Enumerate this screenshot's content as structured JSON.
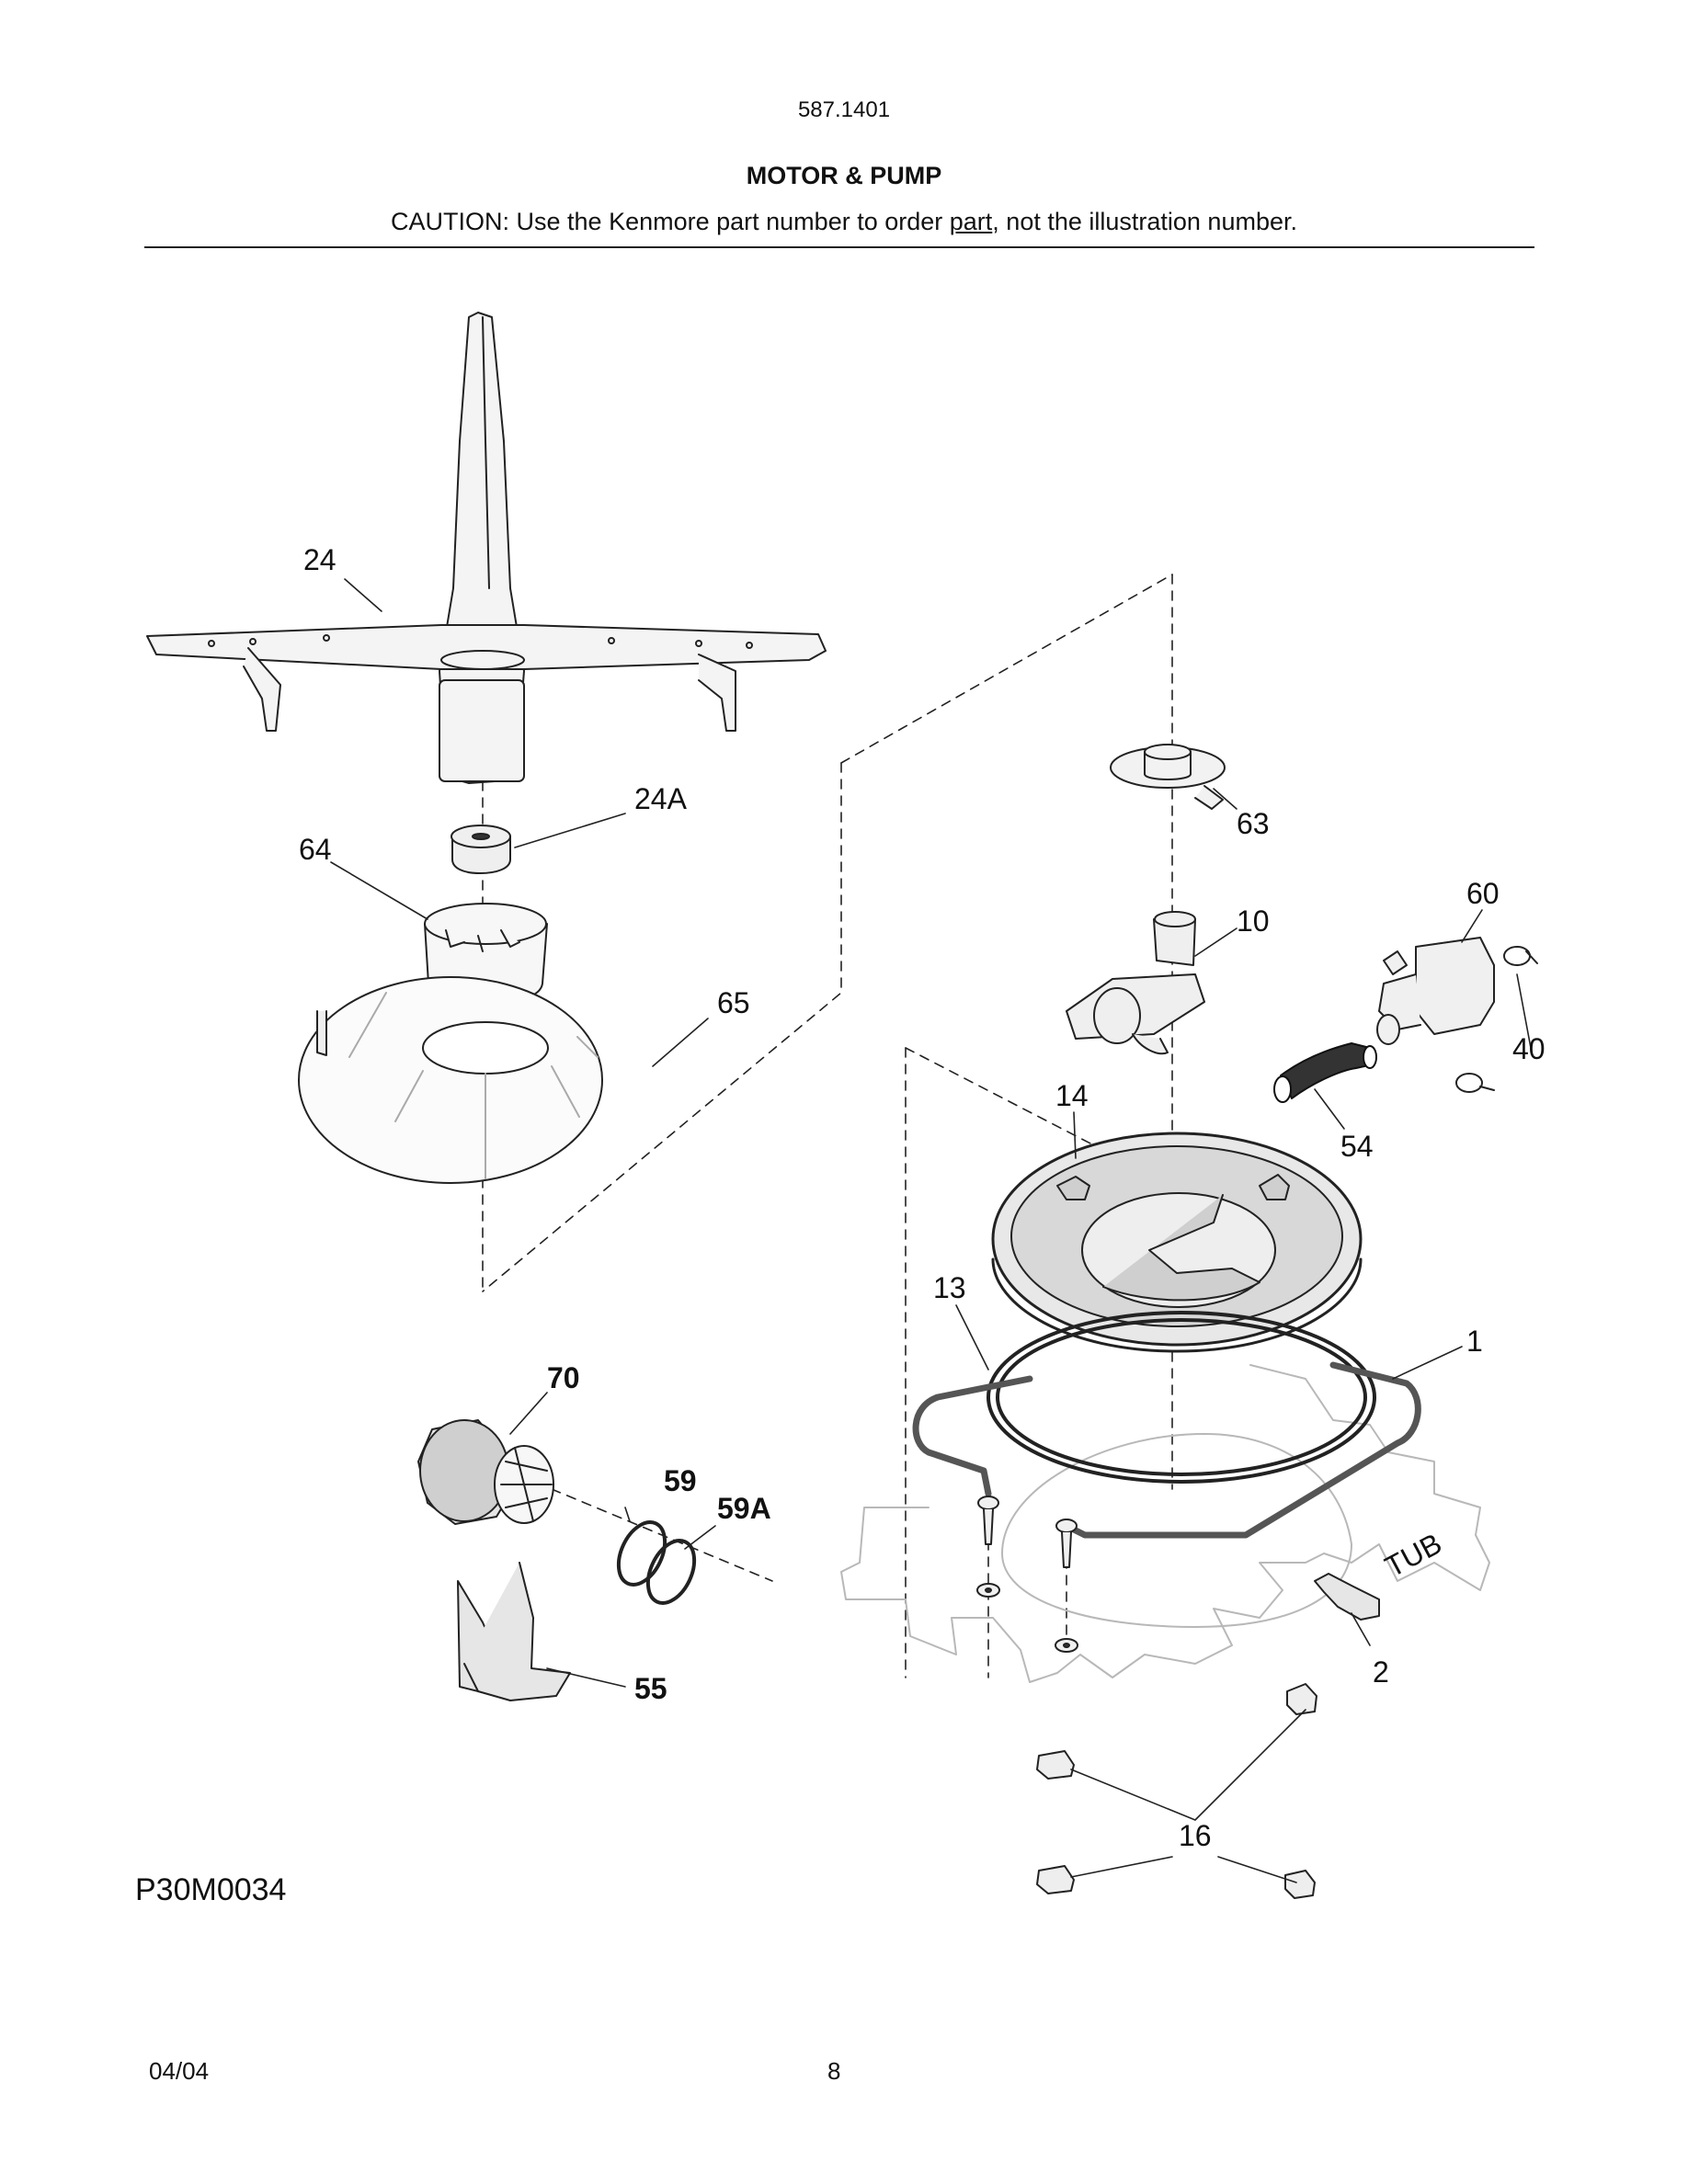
{
  "header": {
    "model_number": "587.1401",
    "section_title": "MOTOR & PUMP",
    "caution_prefix": "CAUTION: Use the Kenmore part number to order ",
    "caution_underlined": "part",
    "caution_suffix": ", not the illustration number."
  },
  "diagram": {
    "figure_id": "P30M0034",
    "watermark_text": "TUB",
    "callouts": {
      "c24": "24",
      "c24a": "24A",
      "c64": "64",
      "c65": "65",
      "c63": "63",
      "c10": "10",
      "c60": "60",
      "c40": "40",
      "c14": "14",
      "c54": "54",
      "c13": "13",
      "c1": "1",
      "c70": "70",
      "c59": "59",
      "c59a": "59A",
      "c55": "55",
      "c2": "2",
      "c16": "16"
    }
  },
  "footer": {
    "date": "04/04",
    "page_number": "8"
  }
}
